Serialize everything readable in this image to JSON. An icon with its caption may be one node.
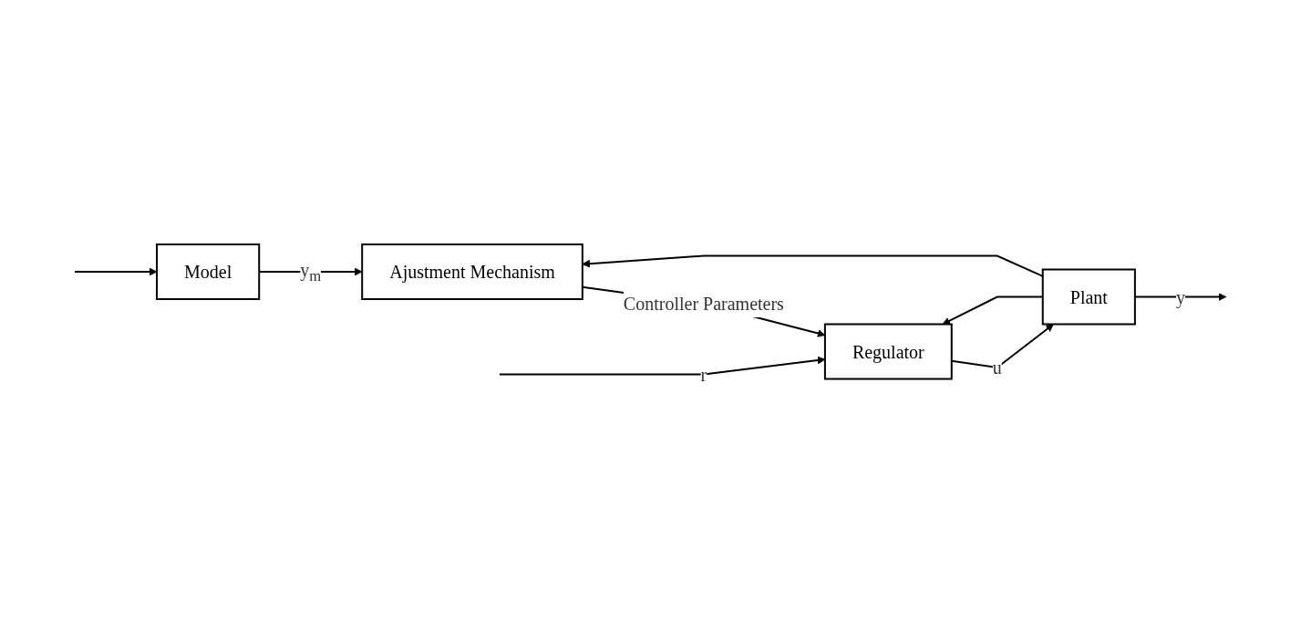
{
  "diagram": {
    "nodes": [
      {
        "text": [
          "Model"
        ]
      },
      {
        "text": [
          "Ajustment Mechanism"
        ]
      },
      {
        "text": [
          "Regulator"
        ]
      },
      {
        "text": [
          "Plant"
        ]
      }
    ],
    "edges": [
      {
        "from": null,
        "to": 0,
        "arrow": "to"
      },
      {
        "from": null,
        "to": 2,
        "arrow": "to",
        "label": "r"
      },
      {
        "from": 0,
        "to": 1,
        "arrow": "to",
        "label": "y$_{m}$"
      },
      {
        "from": 1,
        "to": 2,
        "arrow": "to",
        "label": "Controller Parameters"
      },
      {
        "from": 2,
        "to": 3,
        "arrow": "to",
        "label": "u"
      },
      {
        "from": 3,
        "to": null,
        "arrow": "to",
        "label": "y"
      },
      {
        "from": 3,
        "to": 1,
        "arrow": "to"
      },
      {
        "from": 3,
        "to": 2,
        "arrow": "to"
      }
    ]
  }
}
